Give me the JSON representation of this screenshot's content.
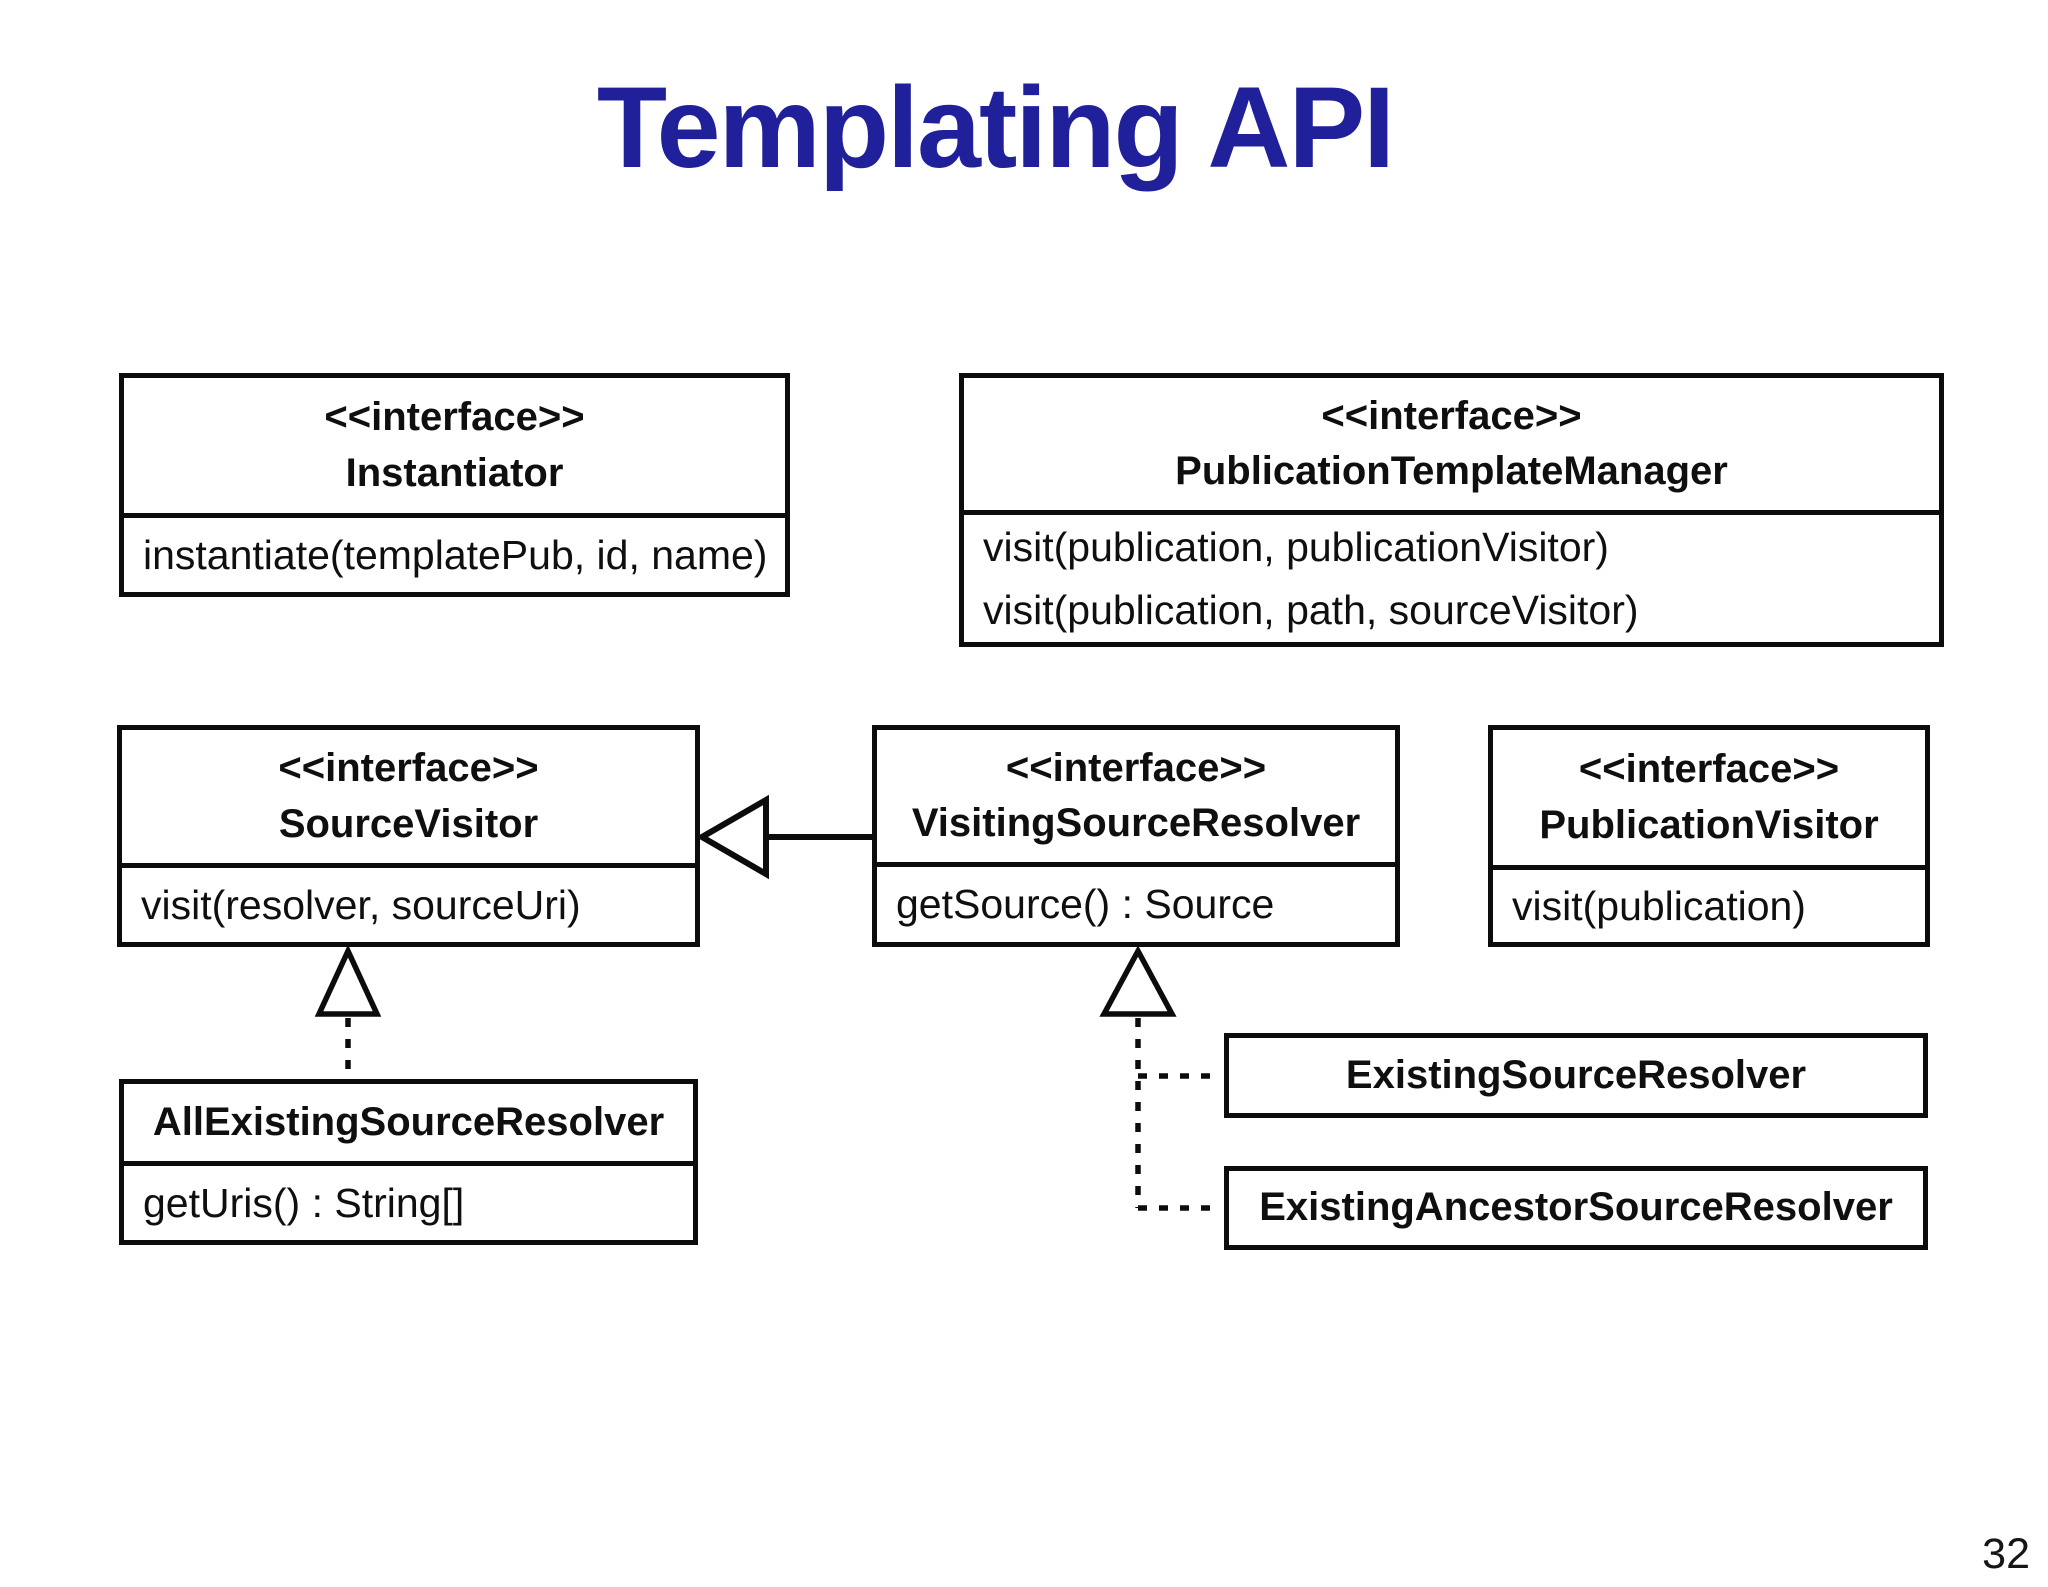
{
  "slide": {
    "title": "Templating API",
    "title_color": "#20209a",
    "line_color": "#0c0c0c",
    "background": "#ffffff",
    "page_number": "32"
  },
  "boxes": {
    "instantiator": {
      "stereotype": "<<interface>>",
      "name": "Instantiator",
      "methods": [
        "instantiate(templatePub, id, name)"
      ]
    },
    "publication_template_manager": {
      "stereotype": "<<interface>>",
      "name": "PublicationTemplateManager",
      "methods": [
        "visit(publication, publicationVisitor)",
        "visit(publication, path, sourceVisitor)"
      ]
    },
    "source_visitor": {
      "stereotype": "<<interface>>",
      "name": "SourceVisitor",
      "methods": [
        "visit(resolver, sourceUri)"
      ]
    },
    "visiting_source_resolver": {
      "stereotype": "<<interface>>",
      "name": "VisitingSourceResolver",
      "methods": [
        "getSource() : Source"
      ]
    },
    "publication_visitor": {
      "stereotype": "<<interface>>",
      "name": "PublicationVisitor",
      "methods": [
        "visit(publication)"
      ]
    },
    "all_existing_source_resolver": {
      "name": "AllExistingSourceResolver",
      "methods": [
        "getUris() : String[]"
      ]
    },
    "existing_source_resolver": {
      "name": "ExistingSourceResolver"
    },
    "existing_ancestor_source_resolver": {
      "name": "ExistingAncestorSourceResolver"
    }
  },
  "relationships": [
    {
      "from": "VisitingSourceResolver",
      "to": "SourceVisitor",
      "type": "generalization",
      "line": "solid",
      "arrowhead": "hollow-triangle"
    },
    {
      "from": "AllExistingSourceResolver",
      "to": "SourceVisitor",
      "type": "realization",
      "line": "dashed",
      "arrowhead": "hollow-triangle"
    },
    {
      "from": "ExistingSourceResolver",
      "to": "VisitingSourceResolver",
      "type": "realization",
      "line": "dashed",
      "arrowhead": "hollow-triangle"
    },
    {
      "from": "ExistingAncestorSourceResolver",
      "to": "VisitingSourceResolver",
      "type": "realization",
      "line": "dashed",
      "arrowhead": "hollow-triangle"
    }
  ]
}
